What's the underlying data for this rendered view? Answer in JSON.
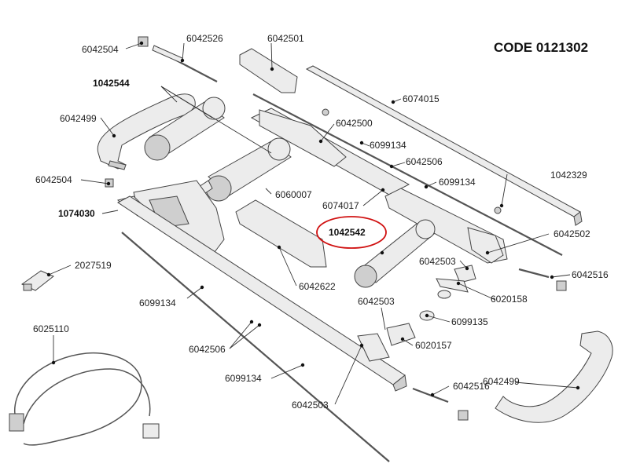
{
  "header": {
    "code": "CODE 0121302"
  },
  "labels": {
    "l_6042504_top": "6042504",
    "l_6042526": "6042526",
    "l_6042501": "6042501",
    "l_1042544": "1042544",
    "l_6042499_left": "6042499",
    "l_6074015": "6074015",
    "l_6042500": "6042500",
    "l_6099134_a": "6099134",
    "l_6042506_a": "6042506",
    "l_1042329": "1042329",
    "l_6099134_b": "6099134",
    "l_6042504_mid": "6042504",
    "l_6060007": "6060007",
    "l_6074017": "6074017",
    "l_1074030": "1074030",
    "l_1042542": "1042542",
    "l_6042502": "6042502",
    "l_2027519": "2027519",
    "l_6042503_a": "6042503",
    "l_6042516_a": "6042516",
    "l_6042622": "6042622",
    "l_6020158": "6020158",
    "l_6099134_c": "6099134",
    "l_6042503_b": "6042503",
    "l_6099135": "6099135",
    "l_6025110": "6025110",
    "l_6042506_b": "6042506",
    "l_6020157": "6020157",
    "l_6099134_d": "6099134",
    "l_6042516_b": "6042516",
    "l_6042499_right": "6042499",
    "l_6042503_c": "6042503"
  },
  "highlight": {
    "color": "#d01010"
  }
}
